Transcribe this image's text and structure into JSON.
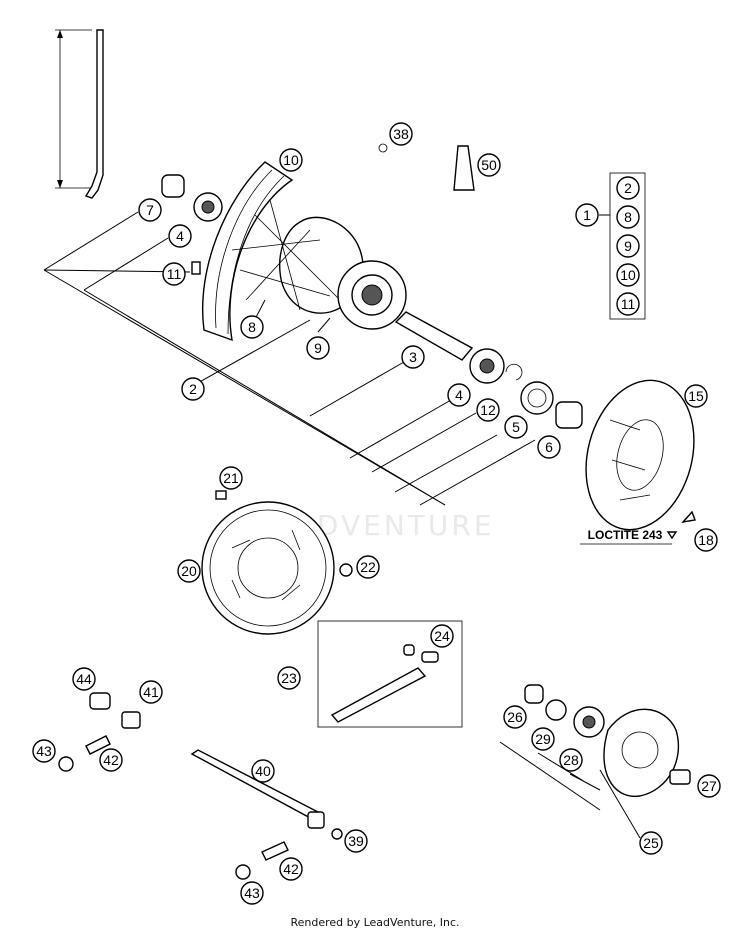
{
  "diagram": {
    "callouts": [
      {
        "num": "1"
      },
      {
        "num": "2"
      },
      {
        "num": "3"
      },
      {
        "num": "4"
      },
      {
        "num": "4"
      },
      {
        "num": "5"
      },
      {
        "num": "6"
      },
      {
        "num": "7"
      },
      {
        "num": "8"
      },
      {
        "num": "9"
      },
      {
        "num": "10"
      },
      {
        "num": "11"
      },
      {
        "num": "12"
      },
      {
        "num": "15"
      },
      {
        "num": "18"
      },
      {
        "num": "20"
      },
      {
        "num": "21"
      },
      {
        "num": "22"
      },
      {
        "num": "23"
      },
      {
        "num": "24"
      },
      {
        "num": "25"
      },
      {
        "num": "26"
      },
      {
        "num": "27"
      },
      {
        "num": "28"
      },
      {
        "num": "29"
      },
      {
        "num": "38"
      },
      {
        "num": "39"
      },
      {
        "num": "40"
      },
      {
        "num": "41"
      },
      {
        "num": "42"
      },
      {
        "num": "42"
      },
      {
        "num": "43"
      },
      {
        "num": "43"
      },
      {
        "num": "44"
      },
      {
        "num": "50"
      }
    ],
    "kit_group": {
      "label": "1",
      "members": [
        "2",
        "8",
        "9",
        "10",
        "11"
      ]
    },
    "loctite_label": "LOCTITE 243",
    "watermark": "LEADVENTURE"
  },
  "footer": {
    "text": "Rendered by LeadVenture, Inc."
  }
}
